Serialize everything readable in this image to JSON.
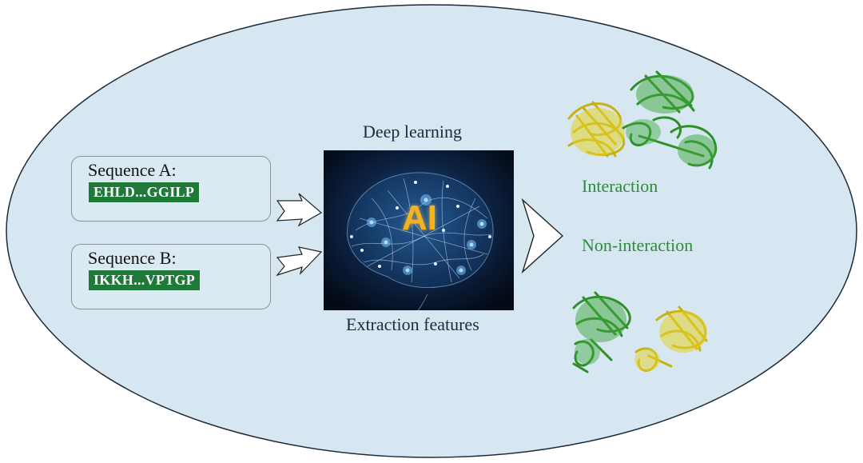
{
  "sequences": [
    {
      "title": "Sequence A:",
      "code": "EHLD...GGILP"
    },
    {
      "title": "Sequence B:",
      "code": "IKKH...VPTGP"
    }
  ],
  "center": {
    "top_label": "Deep learning",
    "bottom_label": "Extraction features",
    "ai_text": "AI"
  },
  "outcomes": {
    "interaction": "Interaction",
    "non_interaction": "Non-interaction"
  },
  "colors": {
    "ellipse_fill": "#d6e7f2",
    "sequence_code_bg": "#1f7a3a",
    "protein_green": "#3fa83a",
    "protein_yellow": "#e3d12a",
    "label_green": "#2e8b3c"
  },
  "icons": [
    "brain-network-icon",
    "arrow-icon",
    "protein-structure-icon"
  ]
}
